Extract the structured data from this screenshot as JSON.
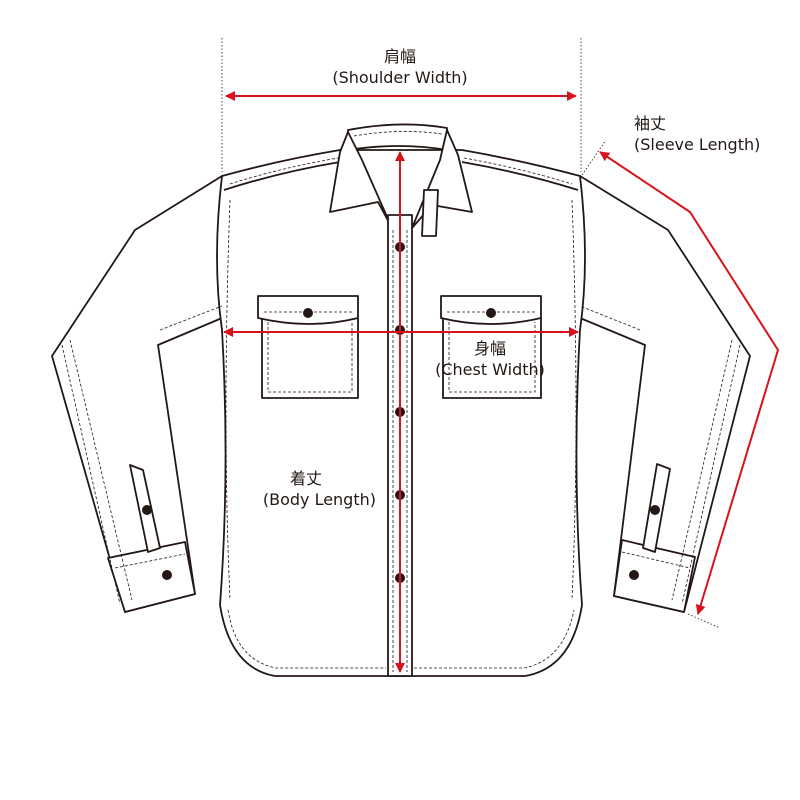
{
  "colors": {
    "outline": "#231815",
    "arrow": "#d7141e",
    "background": "#ffffff"
  },
  "labels": {
    "shoulder": {
      "jp": "肩幅",
      "en": "(Shoulder Width)"
    },
    "sleeve": {
      "jp": "袖丈",
      "en": "(Sleeve Length)"
    },
    "chest": {
      "jp": "身幅",
      "en": "(Chest Width)"
    },
    "body": {
      "jp": "着丈",
      "en": "(Body Length)"
    }
  }
}
